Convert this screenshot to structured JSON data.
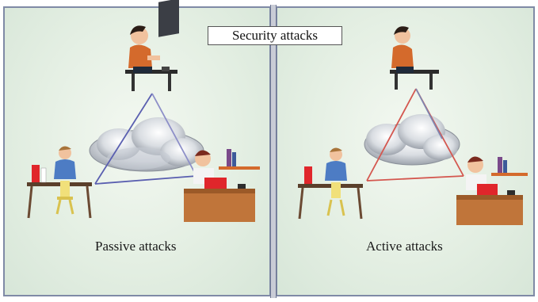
{
  "title": "Security attacks",
  "panels": [
    {
      "caption": "Passive attacks"
    },
    {
      "caption": "Active attacks"
    }
  ],
  "colors": {
    "frame": "#7f8aa6",
    "passive_line": "#5a5fb0",
    "active_line": "#d4574f",
    "screen_red": "#e0262b",
    "desk": "#c0753a"
  }
}
